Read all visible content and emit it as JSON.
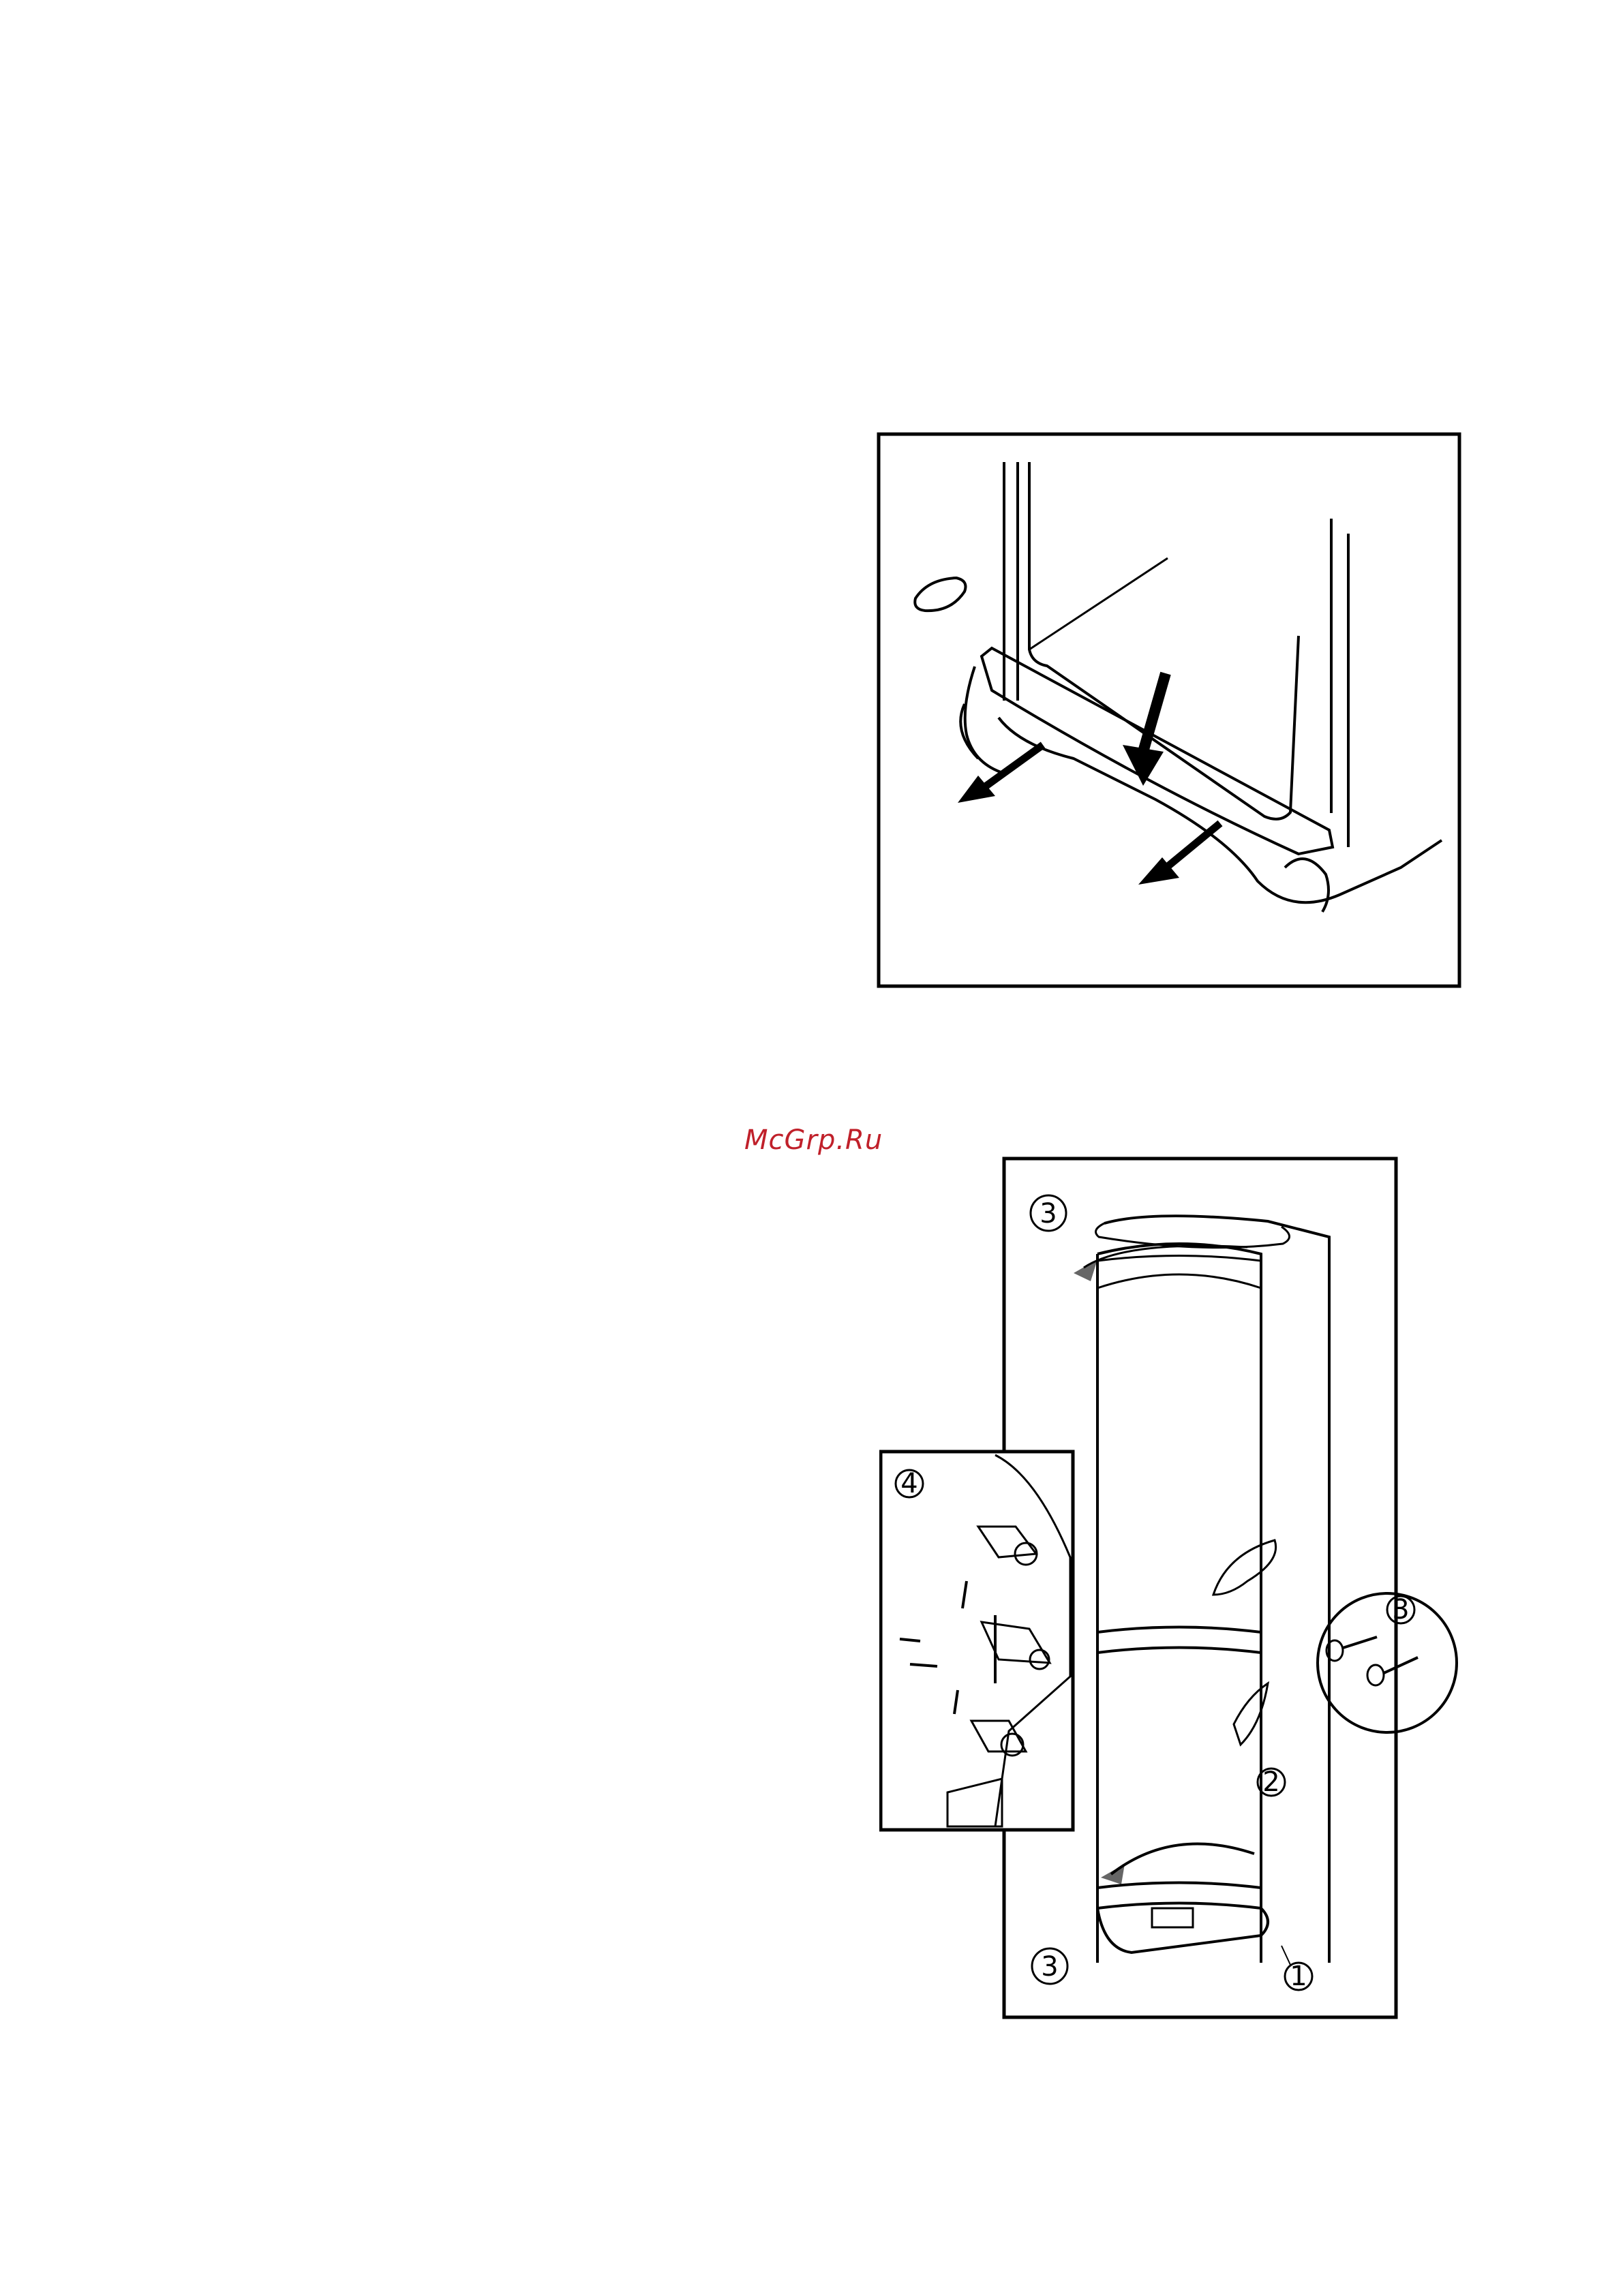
{
  "watermark": "McGrp.Ru",
  "figure_bottom": {
    "callout_top_left": "3",
    "callout_right": "3",
    "callout_bottom_left": "3",
    "callout_hinge_detail": "4",
    "callout_door": "2",
    "callout_base": "1"
  }
}
